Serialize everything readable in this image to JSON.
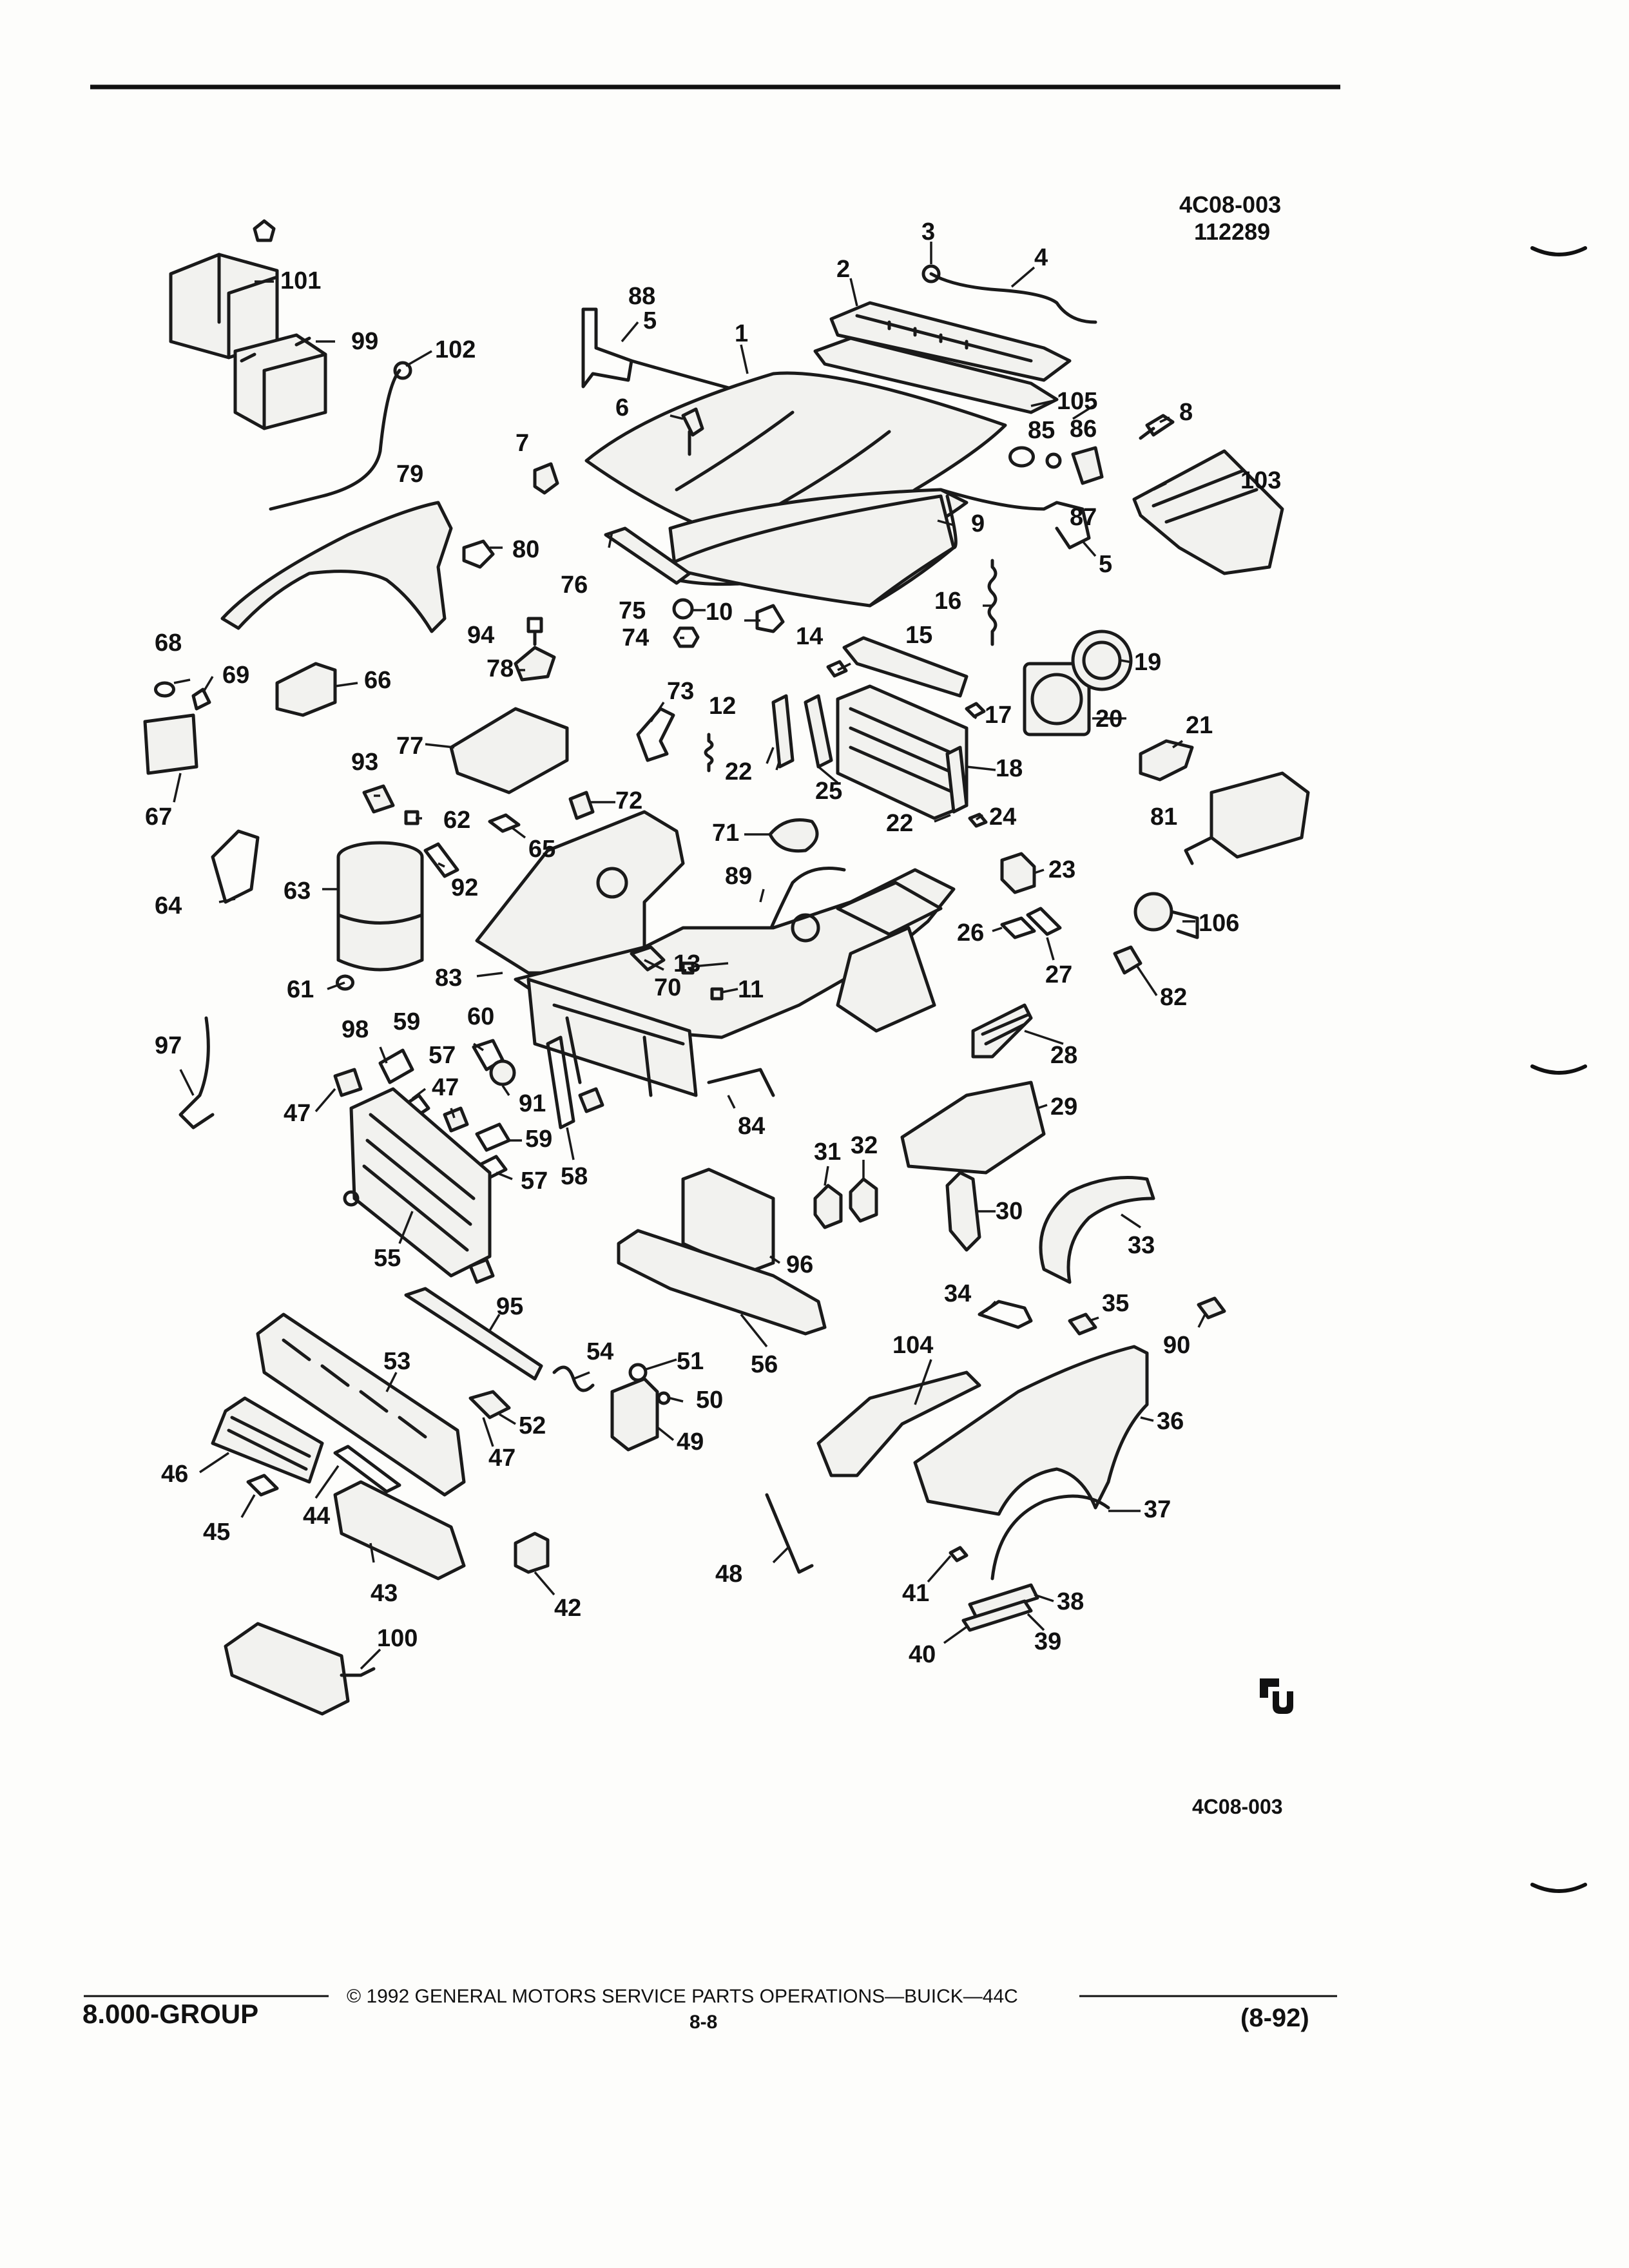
{
  "header": {
    "figure_code": "4C08-003",
    "figure_date_code": "112289"
  },
  "footer": {
    "group": "8.000-GROUP",
    "copyright": "© 1992 GENERAL MOTORS SERVICE PARTS OPERATIONS—BUICK—44C",
    "page": "8-8",
    "revision": "(8-92)",
    "figure_code": "4C08-003"
  },
  "logo_mark": "GU",
  "callouts": [
    "1",
    "2",
    "3",
    "4",
    "5",
    "5",
    "6",
    "7",
    "8",
    "9",
    "10",
    "11",
    "12",
    "13",
    "14",
    "15",
    "16",
    "17",
    "18",
    "19",
    "20",
    "21",
    "22",
    "22",
    "23",
    "24",
    "25",
    "26",
    "27",
    "28",
    "29",
    "30",
    "31",
    "32",
    "33",
    "34",
    "35",
    "36",
    "37",
    "38",
    "39",
    "40",
    "41",
    "42",
    "43",
    "44",
    "45",
    "46",
    "47",
    "47",
    "47",
    "48",
    "49",
    "50",
    "51",
    "52",
    "53",
    "54",
    "55",
    "56",
    "57",
    "57",
    "58",
    "59",
    "59",
    "60",
    "61",
    "62",
    "63",
    "64",
    "65",
    "66",
    "67",
    "68",
    "69",
    "70",
    "71",
    "72",
    "73",
    "74",
    "75",
    "76",
    "77",
    "78",
    "79",
    "80",
    "81",
    "82",
    "83",
    "84",
    "85",
    "86",
    "87",
    "88",
    "89",
    "90",
    "91",
    "92",
    "93",
    "94",
    "95",
    "96",
    "97",
    "98",
    "99",
    "100",
    "101",
    "102",
    "103",
    "104",
    "105",
    "106"
  ]
}
